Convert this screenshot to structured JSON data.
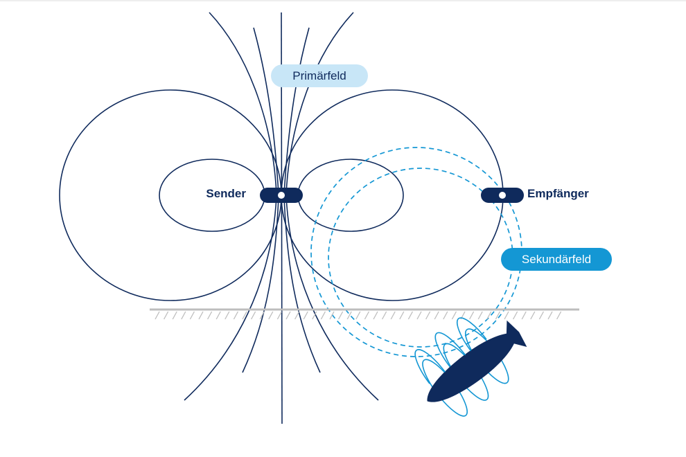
{
  "labels": {
    "primary_field": "Primärfeld",
    "secondary_field": "Sekundärfeld",
    "transmitter": "Sender",
    "receiver": "Empfänger"
  },
  "colors": {
    "navy": "#0f2a5c",
    "light_blue_pill": "#c8e6f7",
    "sky_blue": "#1497d4",
    "ground": "#bdbdbd"
  }
}
